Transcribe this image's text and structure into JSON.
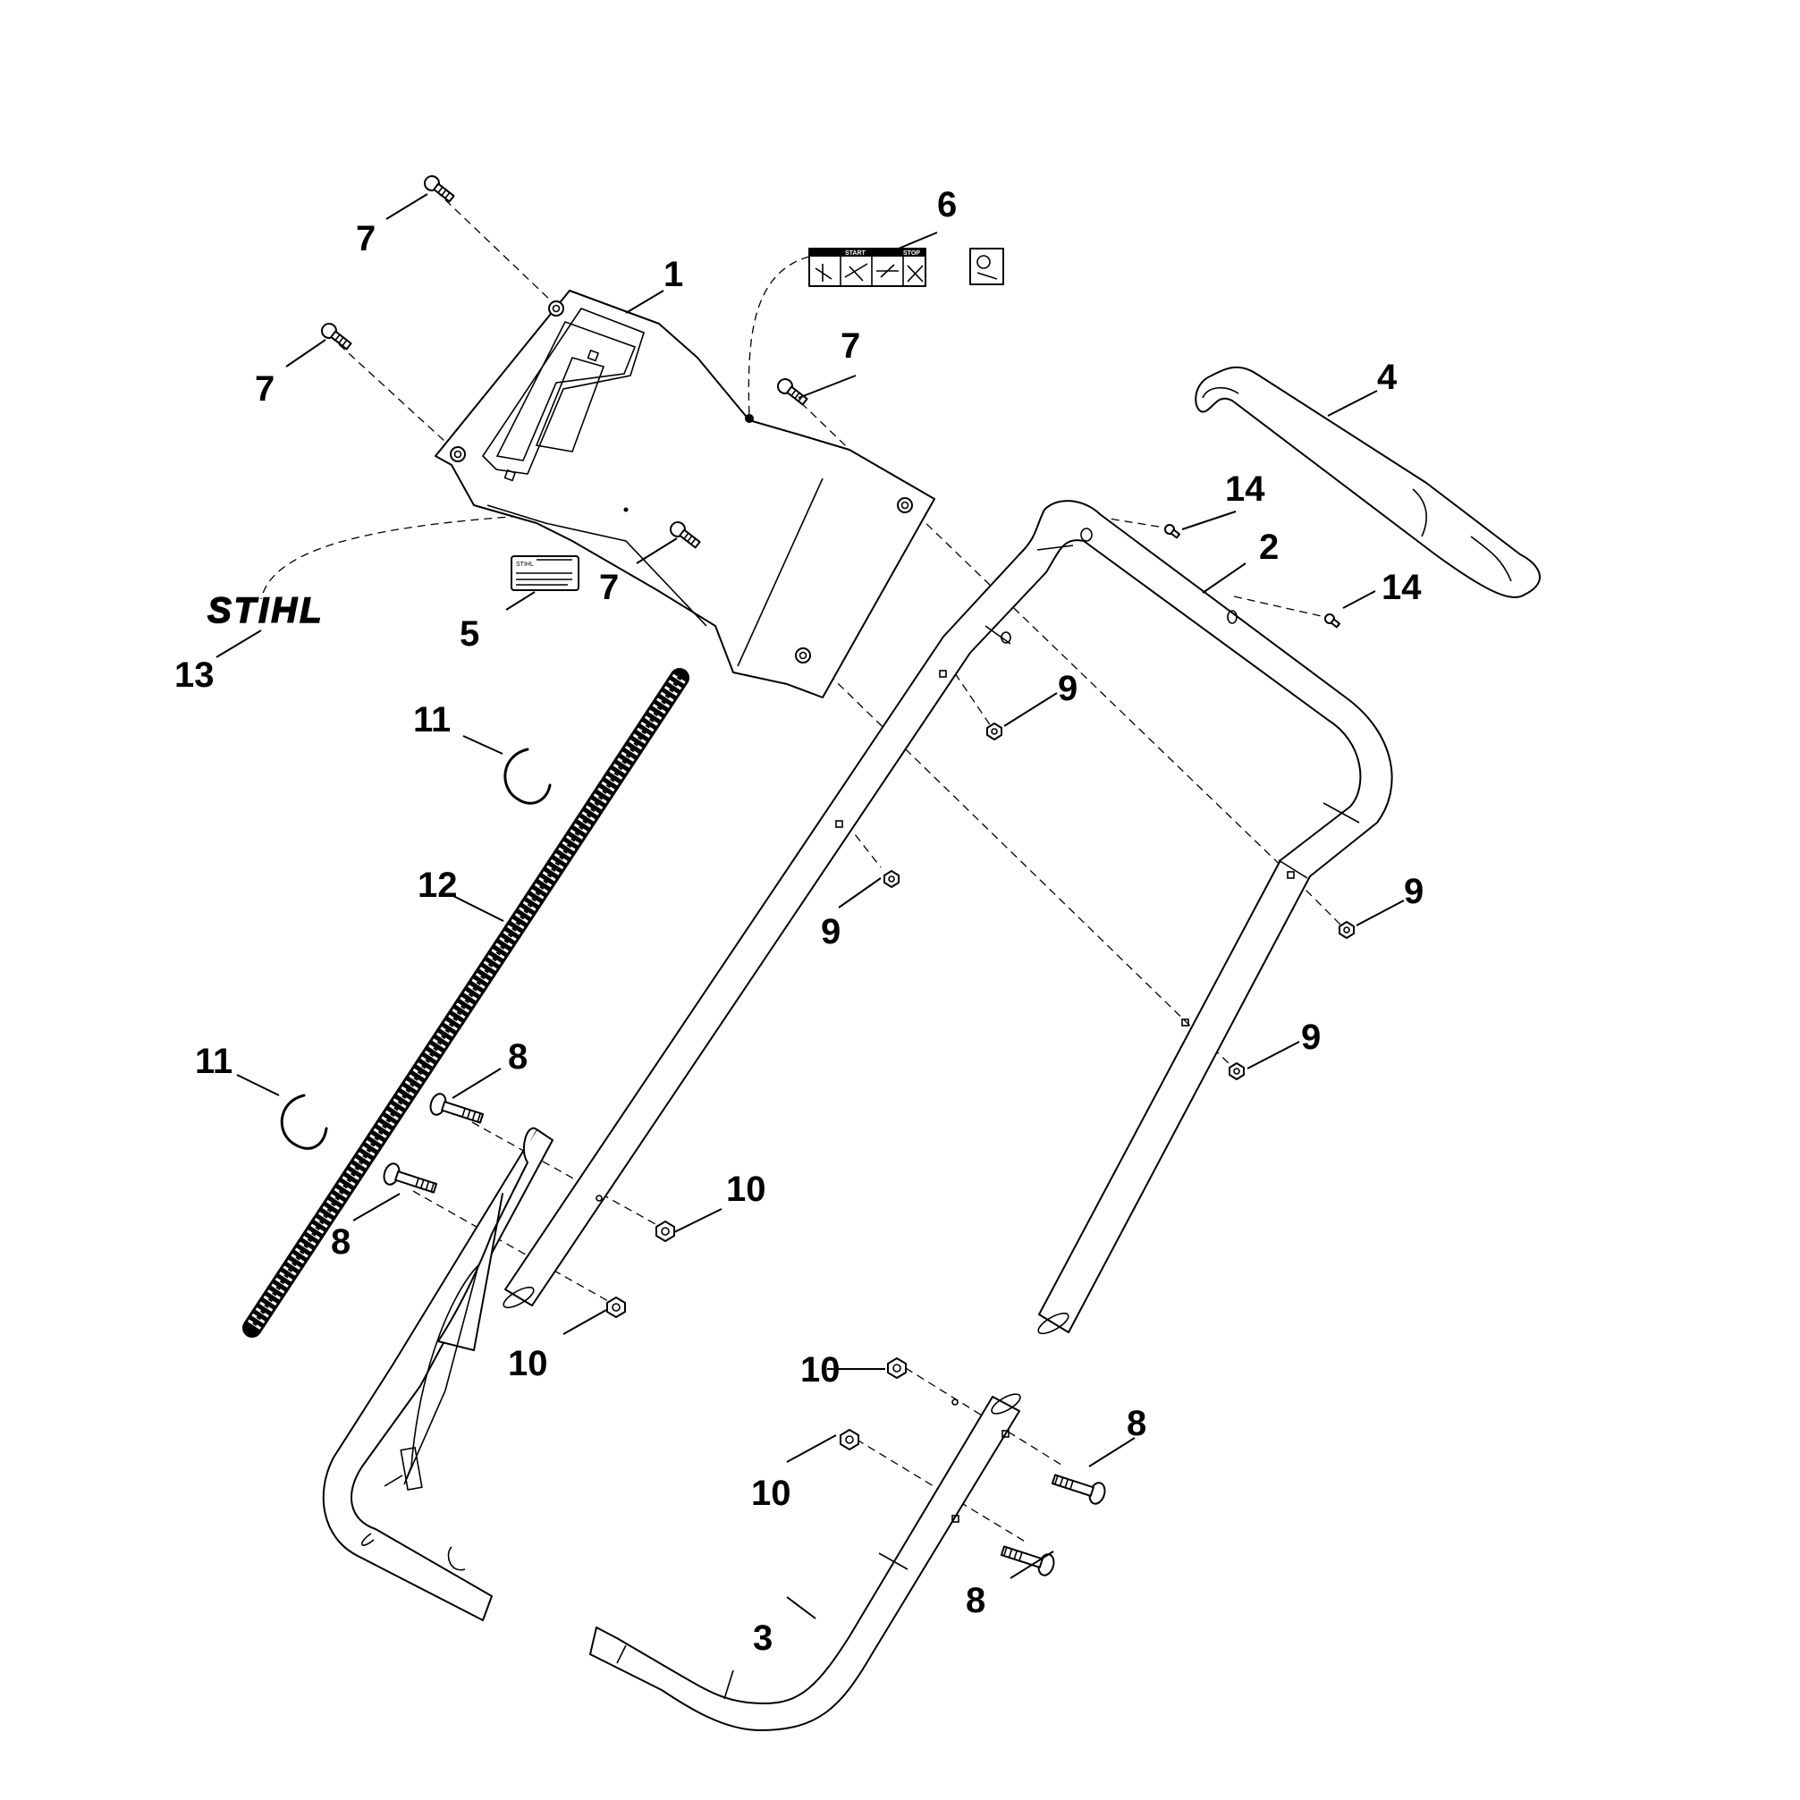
{
  "diagram": {
    "callouts": {
      "c1": "1",
      "c2": "2",
      "c3": "3",
      "c4": "4",
      "c5": "5",
      "c6": "6",
      "c7a": "7",
      "c7b": "7",
      "c7c": "7",
      "c7d": "7",
      "c8a": "8",
      "c8b": "8",
      "c8c": "8",
      "c8d": "8",
      "c9a": "9",
      "c9b": "9",
      "c9c": "9",
      "c9d": "9",
      "c10a": "10",
      "c10b": "10",
      "c10c": "10",
      "c10d": "10",
      "c11a": "11",
      "c11b": "11",
      "c12": "12",
      "c13": "13",
      "c14a": "14",
      "c14b": "14"
    },
    "decal": {
      "start_label": "START",
      "stop_label": "STOP"
    },
    "stihl_logo": "STIHL",
    "label_plate": {
      "brand": "STIHL"
    }
  }
}
